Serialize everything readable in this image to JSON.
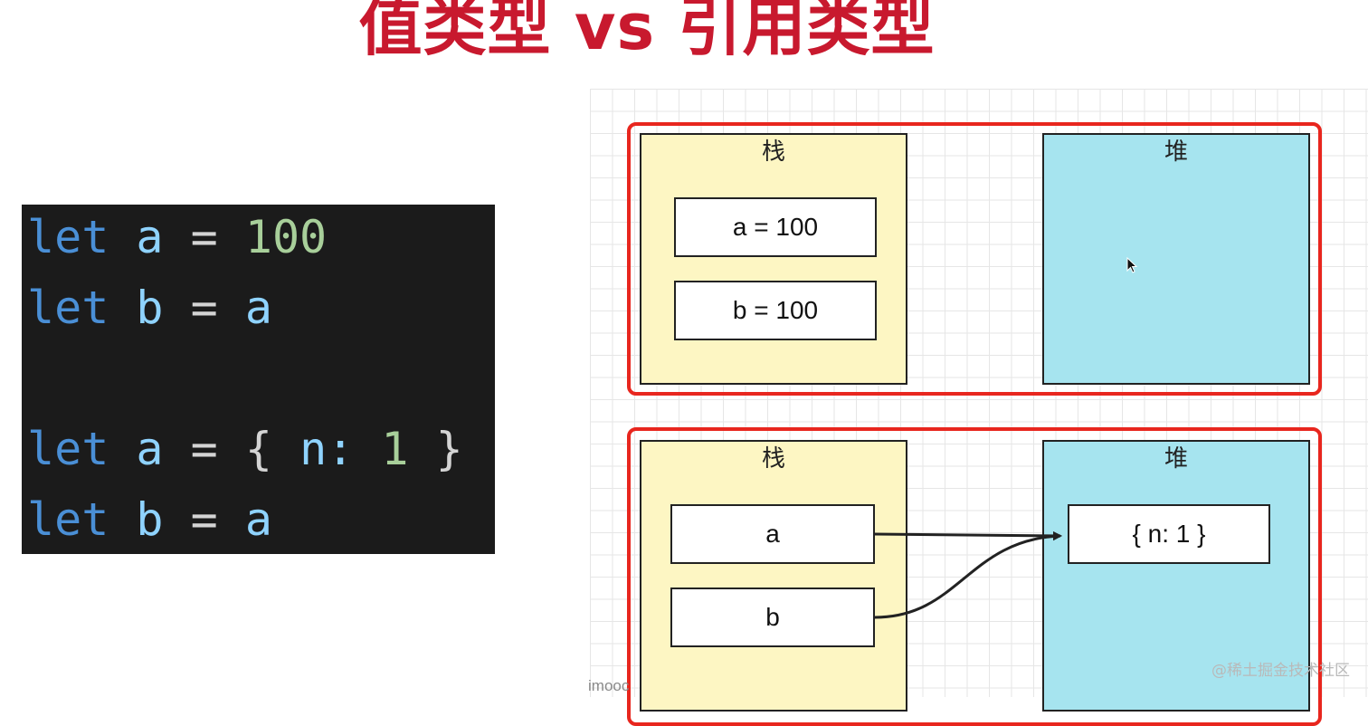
{
  "title": "值类型 vs 引用类型",
  "code": {
    "lines": [
      [
        {
          "t": "let",
          "c": "kw"
        },
        {
          "t": " ",
          "c": "op"
        },
        {
          "t": "a",
          "c": "id"
        },
        {
          "t": " = ",
          "c": "op"
        },
        {
          "t": "100",
          "c": "num"
        }
      ],
      [
        {
          "t": "let",
          "c": "kw"
        },
        {
          "t": " ",
          "c": "op"
        },
        {
          "t": "b",
          "c": "id"
        },
        {
          "t": " = ",
          "c": "op"
        },
        {
          "t": "a",
          "c": "id"
        }
      ],
      [],
      [
        {
          "t": "let",
          "c": "kw"
        },
        {
          "t": " ",
          "c": "op"
        },
        {
          "t": "a",
          "c": "id"
        },
        {
          "t": " = ",
          "c": "op"
        },
        {
          "t": "{ ",
          "c": "brace"
        },
        {
          "t": "n:",
          "c": "prop"
        },
        {
          "t": " ",
          "c": "op"
        },
        {
          "t": "1",
          "c": "num"
        },
        {
          "t": " }",
          "c": "brace"
        }
      ],
      [
        {
          "t": "let",
          "c": "kw"
        },
        {
          "t": " ",
          "c": "op"
        },
        {
          "t": "b",
          "c": "id"
        },
        {
          "t": " = ",
          "c": "op"
        },
        {
          "t": "a",
          "c": "id"
        }
      ]
    ]
  },
  "diagram": {
    "value_example": {
      "stack_label": "栈",
      "heap_label": "堆",
      "stack_cells": [
        "a = 100",
        "b = 100"
      ]
    },
    "reference_example": {
      "stack_label": "栈",
      "heap_label": "堆",
      "stack_cells": [
        "a",
        "b"
      ],
      "heap_cells": [
        "{ n: 1 }"
      ]
    }
  },
  "watermark": "@稀土掘金技术社区",
  "imooc_label": "imooc",
  "colors": {
    "title": "#c8192e",
    "frame": "#e8261e",
    "stack": "#fdf6c3",
    "heap": "#a6e4ef",
    "code_bg": "#1b1b1b"
  }
}
